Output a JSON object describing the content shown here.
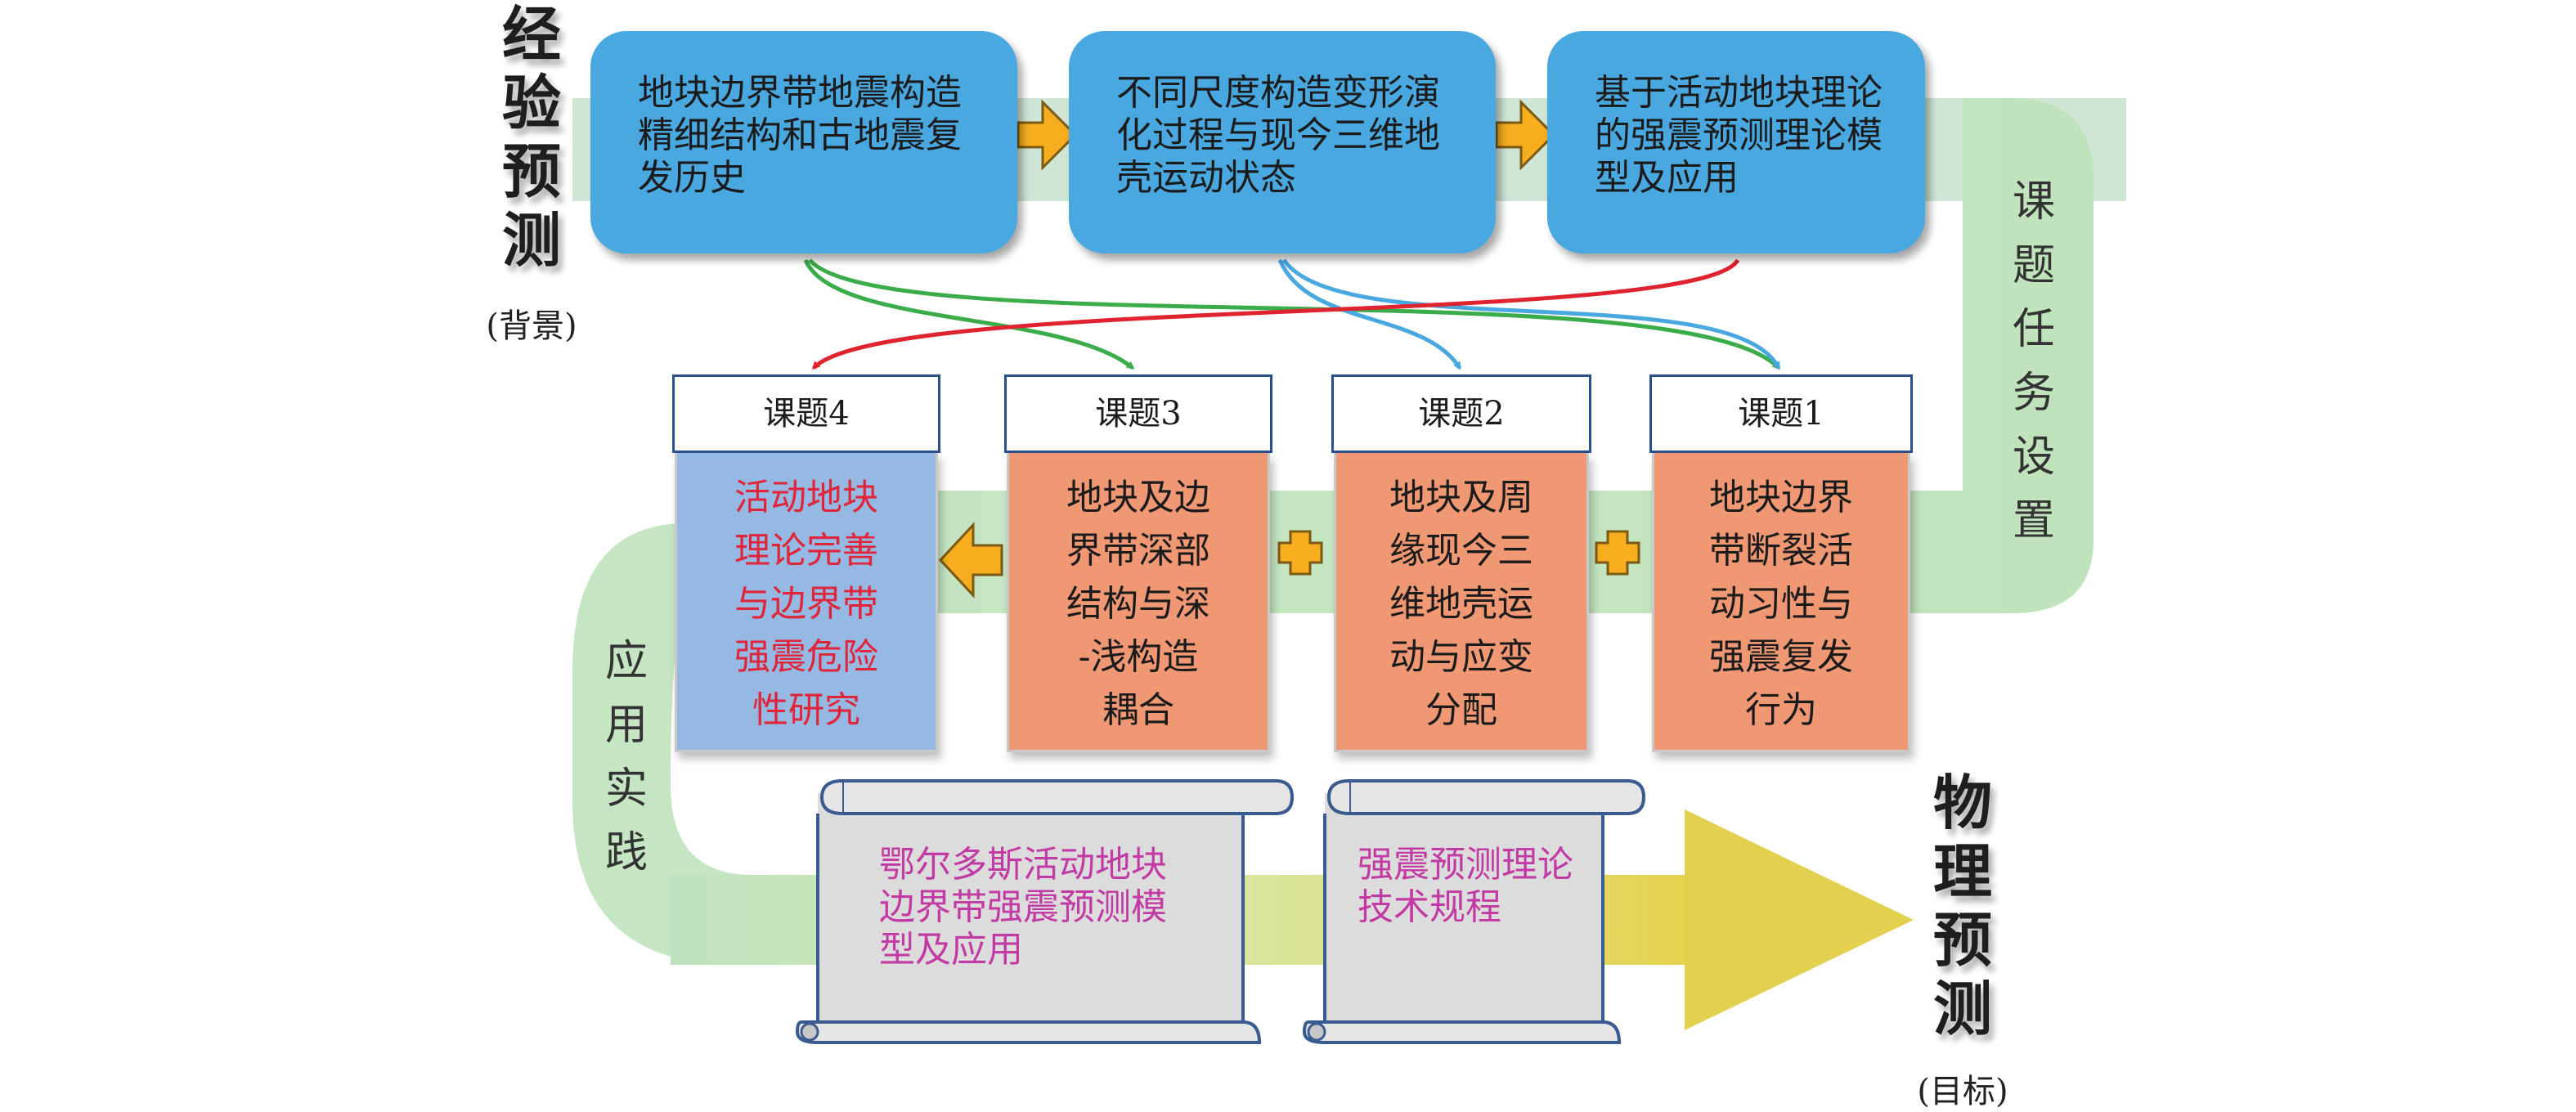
{
  "left_label": {
    "text": "经\n验\n预\n测",
    "sub": "(背景)"
  },
  "right_label": {
    "text": "物\n理\n预\n测",
    "sub": "(目标)"
  },
  "side_labels": {
    "task": "课\n题\n任\n务\n设\n置",
    "apply": "应\n用\n实\n践"
  },
  "top_boxes": [
    {
      "text": "地块边界带地震构造精细结构和古地震复发历史"
    },
    {
      "text": "不同尺度构造变形演化过程与现今三维地壳运动状态"
    },
    {
      "text": "基于活动地块理论的强震预测理论模型及应用"
    }
  ],
  "projects": [
    {
      "title": "课题4",
      "text": "活动地块\n理论完善\n与边界带\n强震危险\n性研究"
    },
    {
      "title": "课题3",
      "text": "地块及边\n界带深部\n结构与深\n-浅构造\n耦合"
    },
    {
      "title": "课题2",
      "text": "地块及周\n缘现今三\n维地壳运\n动与应变\n分配"
    },
    {
      "title": "课题1",
      "text": "地块边界\n带断裂活\n动习性与\n强震复发\n行为"
    }
  ],
  "outputs": [
    {
      "text": "鄂尔多斯活动地块\n边界带强震预测模\n型及应用"
    },
    {
      "text": "强震预测理论\n技术规程"
    }
  ],
  "colors": {
    "top_box": "#4aa8e0",
    "project_body": "#ef9873",
    "project4_body": "#96b9e3",
    "project4_text": "#e0243a",
    "band": "#c8e6c2",
    "arrow_fill": "#f6ad1e",
    "curve_green": "#3aac4a",
    "curve_blue": "#4aa8e0",
    "curve_red": "#e0242f",
    "scroll_fill": "#dcdcdc",
    "scroll_text": "#c23aa3"
  }
}
